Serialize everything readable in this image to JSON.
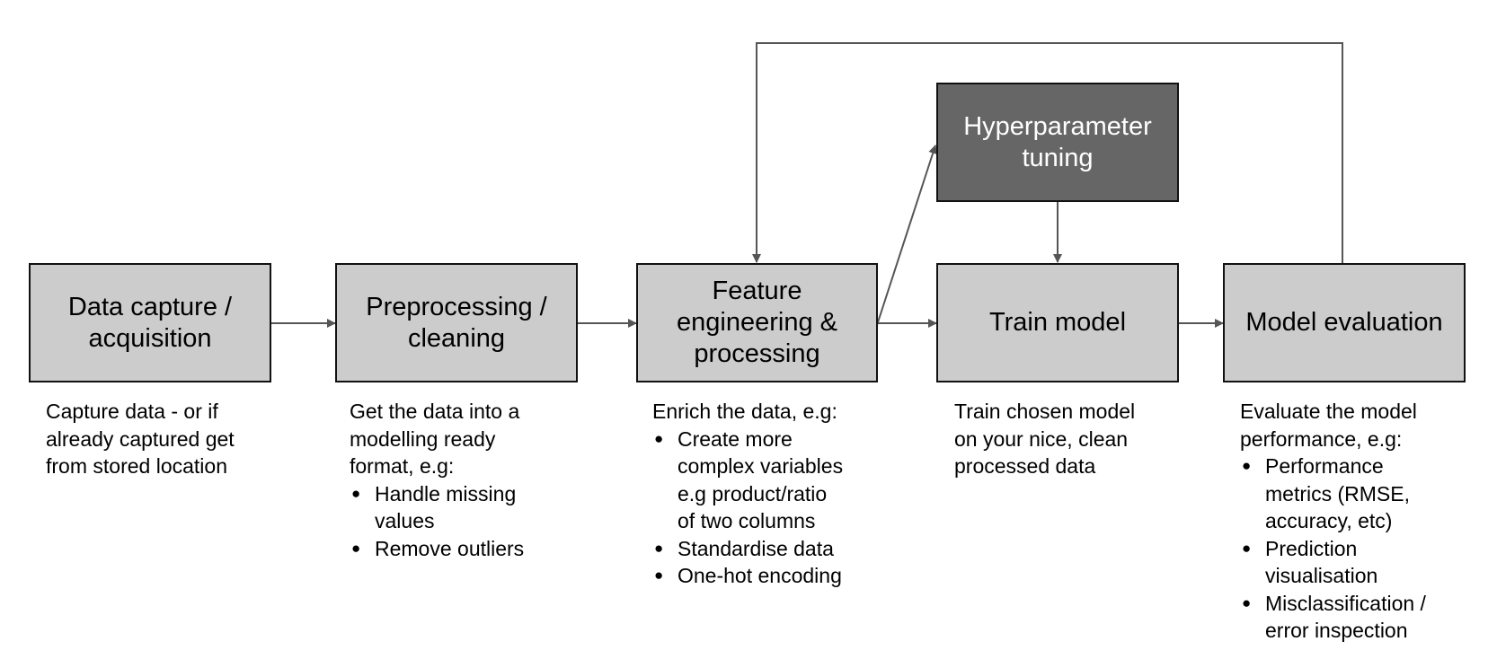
{
  "steps": [
    {
      "label": "Data capture /\nacquisition",
      "intro": "Capture data - or if\nalready captured get\nfrom stored location",
      "bullets": []
    },
    {
      "label": "Preprocessing /\ncleaning",
      "intro": "Get the data into a\nmodelling ready\nformat, e.g:",
      "bullets": [
        "Handle missing\nvalues",
        "Remove outliers"
      ]
    },
    {
      "label": "Feature\nengineering &\nprocessing",
      "intro": "Enrich the data, e.g:",
      "bullets": [
        "Create more\ncomplex variables\ne.g product/ratio\nof two columns",
        "Standardise data",
        "One-hot encoding"
      ]
    },
    {
      "label": "Train model",
      "intro": "Train chosen model\non your nice, clean\nprocessed data",
      "bullets": []
    },
    {
      "label": "Model evaluation",
      "intro": "Evaluate the model\nperformance, e.g:",
      "bullets": [
        "Performance\nmetrics (RMSE,\naccuracy, etc)",
        "Prediction\nvisualisation",
        "Misclassification /\nerror inspection"
      ]
    }
  ],
  "tuning": {
    "label": "Hyperparameter\ntuning"
  },
  "colors": {
    "step_fill": "#cccccc",
    "tuning_fill": "#666666",
    "line": "#555555",
    "border": "#111111"
  }
}
